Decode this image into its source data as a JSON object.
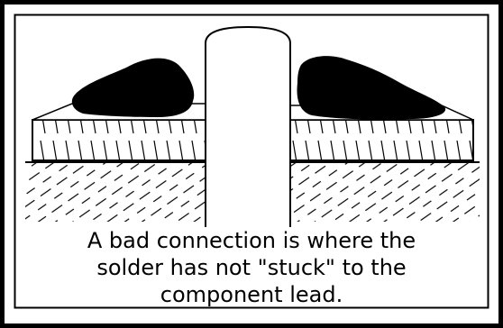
{
  "caption": {
    "line1": "A bad connection is where the",
    "line2": "solder has not \"stuck\" to the",
    "line3": "component lead."
  },
  "colors": {
    "outline": "#000000",
    "background": "#ffffff",
    "solder": "#000000"
  },
  "icons": [
    "component-lead",
    "solder-blob",
    "copper-pad",
    "circuit-board"
  ]
}
